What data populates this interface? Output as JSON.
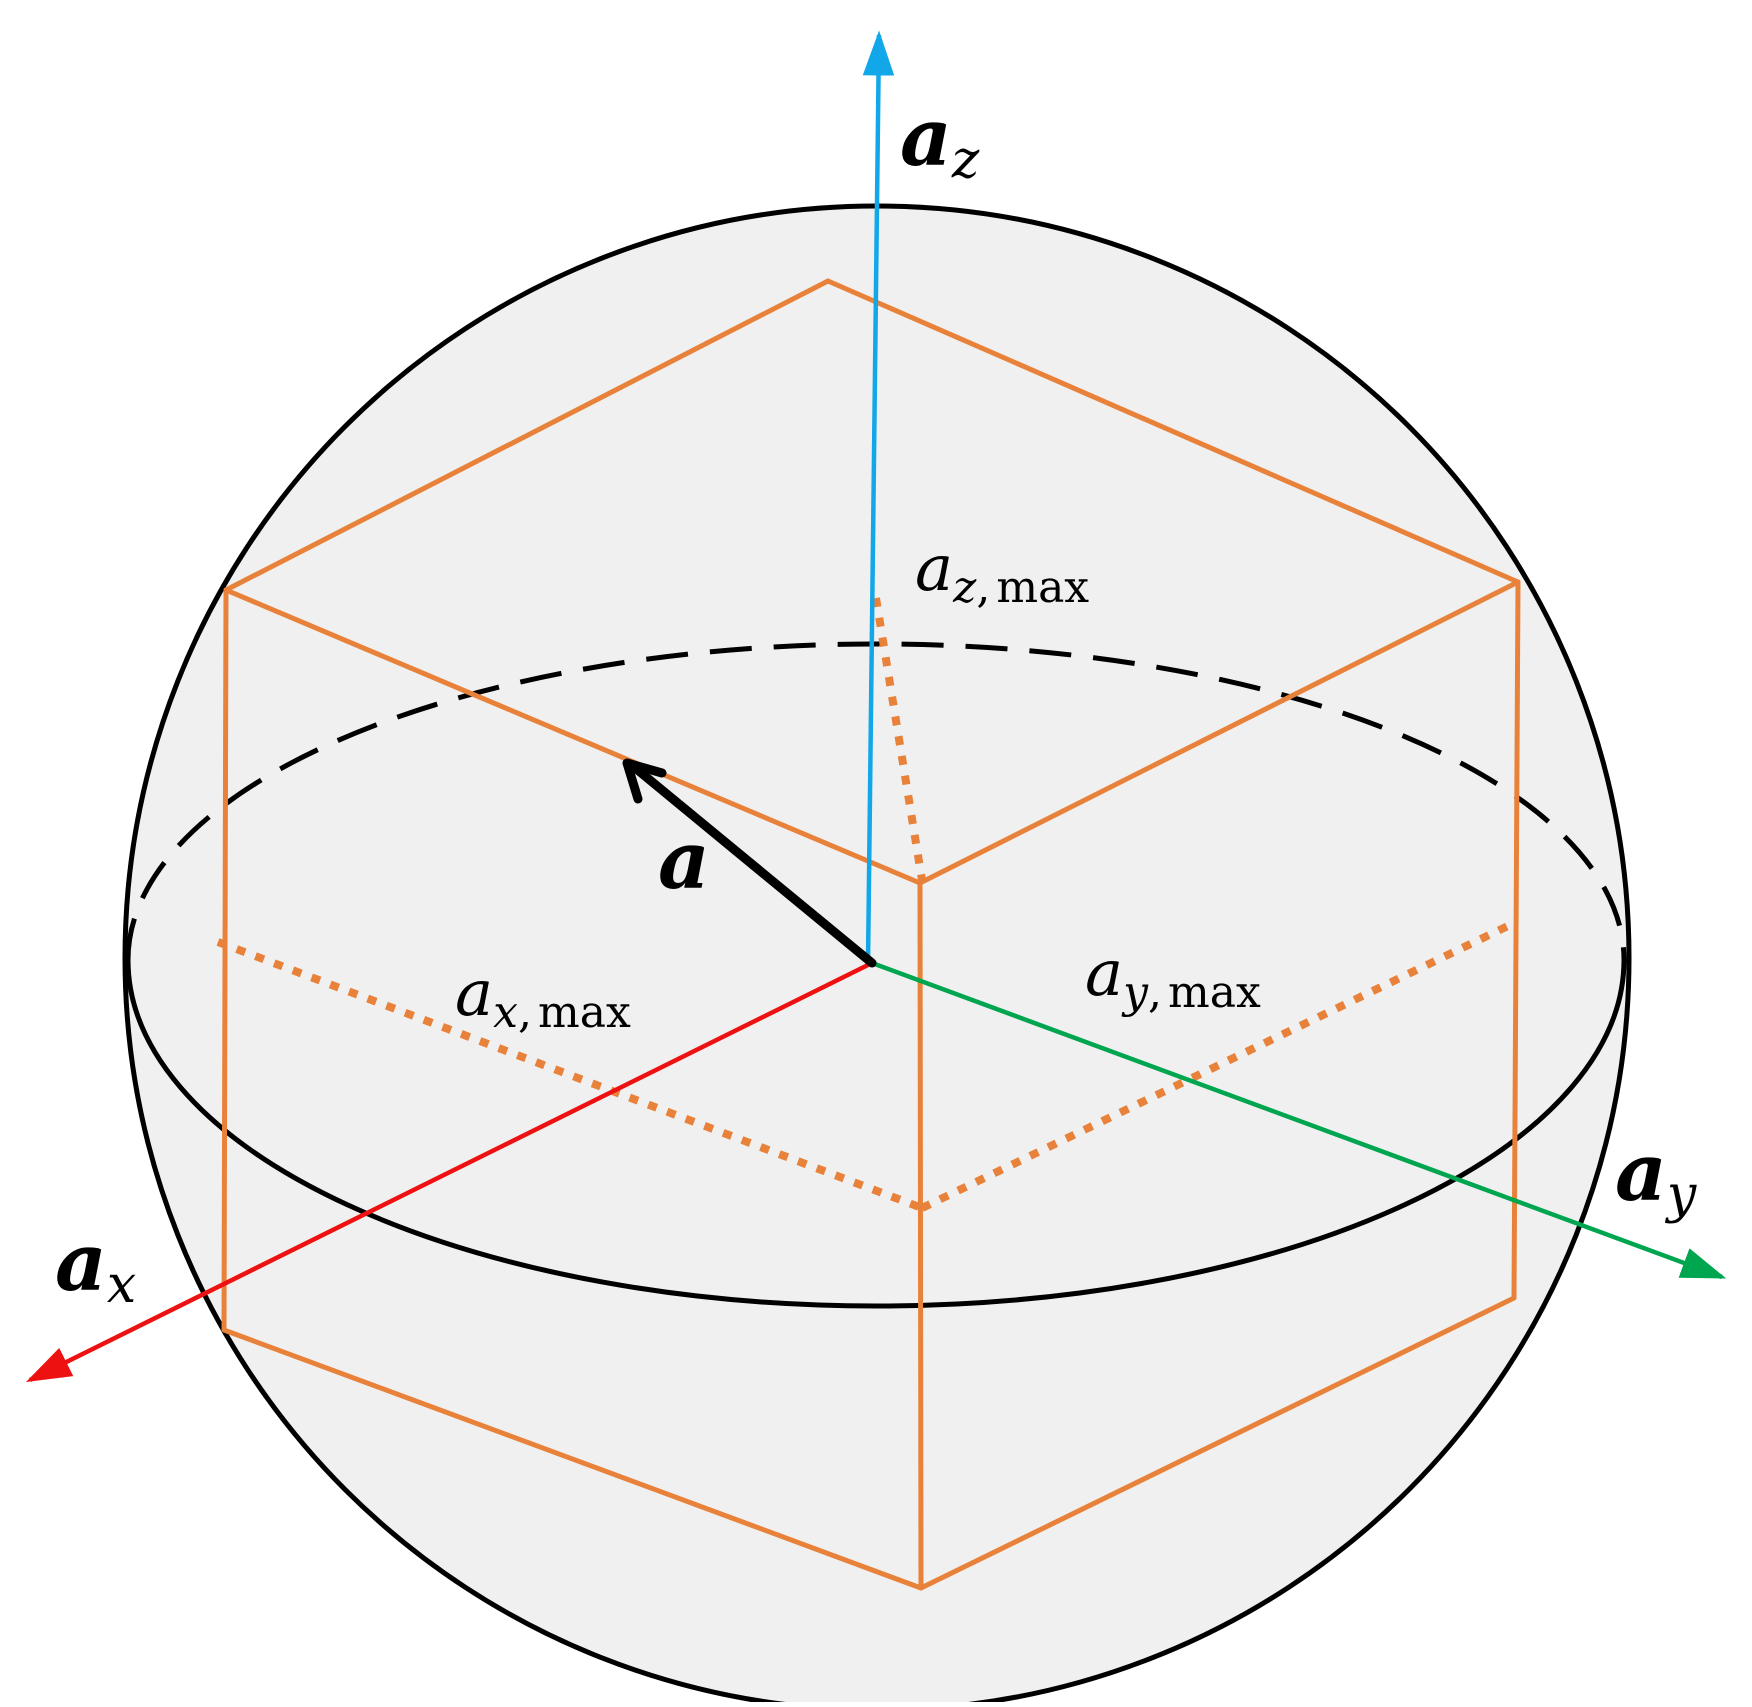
{
  "colors": {
    "background": "#ffffff",
    "sphere_fill": "#f0f0f0",
    "outline": "#000000",
    "box": "#e8823a",
    "axis_x": "#ee1111",
    "axis_y": "#00a550",
    "axis_z": "#11a7e8",
    "vector": "#000000"
  },
  "labels": {
    "az": {
      "base": "a",
      "sub": "z"
    },
    "ax": {
      "base": "a",
      "sub": "x"
    },
    "ay": {
      "base": "a",
      "sub": "y"
    },
    "a": "a",
    "azmax": {
      "base": "a",
      "sub": "z",
      "sep": ",",
      "suffix": "max"
    },
    "axmax": {
      "base": "a",
      "sub": "x",
      "sep": ",",
      "suffix": "max"
    },
    "aymax": {
      "base": "a",
      "sub": "y",
      "sep": ",",
      "suffix": "max"
    }
  }
}
